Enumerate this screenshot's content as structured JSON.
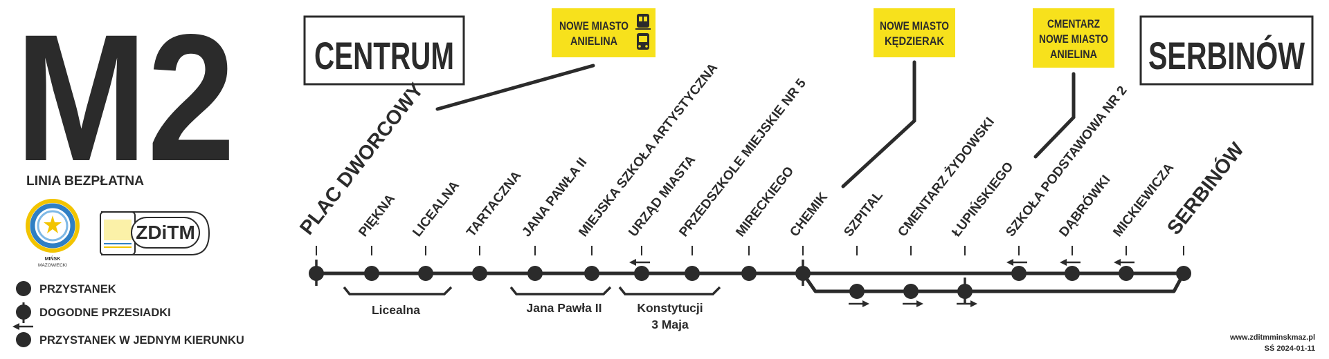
{
  "line": {
    "number": "M2",
    "subtitle": "LINIA BEZPŁATNA"
  },
  "logos": {
    "city_text_1": "MIŃSK",
    "city_text_2": "MAZOWIECKI",
    "operator": "ZDiTM"
  },
  "legend": {
    "stop": "PRZYSTANEK",
    "transfer": "DOGODNE PRZESIADKI",
    "one_way": "PRZYSTANEK W JEDNYM KIERUNKU"
  },
  "terminals": {
    "left": "CENTRUM",
    "right": "SERBINÓW"
  },
  "destination_boxes": [
    {
      "lines": [
        "NOWE MIASTO",
        "ANIELINA"
      ],
      "icons": [
        "tram-icon",
        "bus-icon"
      ]
    },
    {
      "lines": [
        "NOWE MIASTO",
        "KĘDZIERAK"
      ],
      "icons": []
    },
    {
      "lines": [
        "CMENTARZ",
        "NOWE MIASTO",
        "ANIELINA"
      ],
      "icons": []
    }
  ],
  "stops": [
    {
      "name": "PLAC DWORCOWY",
      "terminus": true,
      "one_way": false,
      "transfer": true
    },
    {
      "name": "PIĘKNA",
      "terminus": false,
      "one_way": false,
      "transfer": false
    },
    {
      "name": "LICEALNA",
      "terminus": false,
      "one_way": false,
      "transfer": false
    },
    {
      "name": "TARTACZNA",
      "terminus": false,
      "one_way": false,
      "transfer": false
    },
    {
      "name": "JANA PAWŁA II",
      "terminus": false,
      "one_way": false,
      "transfer": false
    },
    {
      "name": "MIEJSKA SZKOŁA ARTYSTYCZNA",
      "terminus": false,
      "one_way": false,
      "transfer": false
    },
    {
      "name": "URZĄD MIASTA",
      "terminus": false,
      "one_way": true,
      "transfer": false
    },
    {
      "name": "PRZEDSZKOLE MIEJSKIE NR 5",
      "terminus": false,
      "one_way": false,
      "transfer": false
    },
    {
      "name": "MIRECKIEGO",
      "terminus": false,
      "one_way": false,
      "transfer": false
    },
    {
      "name": "CHEMIK",
      "terminus": false,
      "one_way": false,
      "transfer": true
    },
    {
      "name": "SZPITAL",
      "terminus": false,
      "one_way": true,
      "transfer": false
    },
    {
      "name": "CMENTARZ ŻYDOWSKI",
      "terminus": false,
      "one_way": true,
      "transfer": false
    },
    {
      "name": "ŁUPIŃSKIEGO",
      "terminus": false,
      "one_way": true,
      "transfer": true
    },
    {
      "name": "SZKOŁA PODSTAWOWA NR 2",
      "terminus": false,
      "one_way": true,
      "transfer": false
    },
    {
      "name": "DĄBRÓWKI",
      "terminus": false,
      "one_way": true,
      "transfer": false
    },
    {
      "name": "MICKIEWICZA",
      "terminus": false,
      "one_way": true,
      "transfer": false
    },
    {
      "name": "SERBINÓW",
      "terminus": true,
      "one_way": false,
      "transfer": false
    }
  ],
  "street_labels": [
    [
      "Licealna"
    ],
    [
      "Jana Pawła II"
    ],
    [
      "Konstytucji",
      "3 Maja"
    ]
  ],
  "footer": {
    "website": "www.zditmminskmaz.pl",
    "signature": "SŚ 2024-01-11"
  },
  "colors": {
    "accent_yellow": "#f7e11c",
    "line_dark": "#2b2b2b",
    "logo_blue": "#2f7fc4",
    "logo_yellow": "#f2c400"
  }
}
